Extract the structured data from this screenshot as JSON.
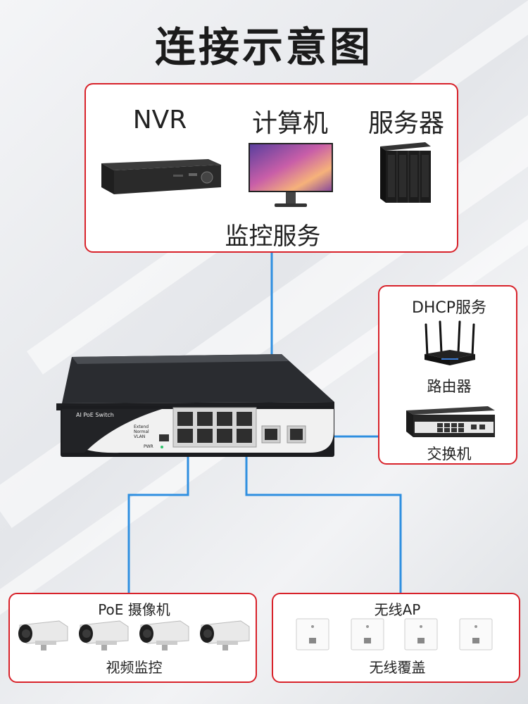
{
  "title": "连接示意图",
  "monitoring": {
    "nvr_label": "NVR",
    "computer_label": "计算机",
    "server_label": "服务器",
    "caption": "监控服务"
  },
  "dhcp": {
    "title": "DHCP服务",
    "router_label": "路由器",
    "switch_label": "交换机"
  },
  "switch": {
    "brand_text": "AI PoE Switch",
    "mode_labels": [
      "Extend",
      "Normal",
      "VLAN"
    ],
    "pwr_label": "PWR"
  },
  "cameras": {
    "title": "PoE 摄像机",
    "caption": "视频监控"
  },
  "ap": {
    "title": "无线AP",
    "caption": "无线覆盖"
  },
  "colors": {
    "accent_border": "#d8222a",
    "cable": "#2f8fe0"
  }
}
